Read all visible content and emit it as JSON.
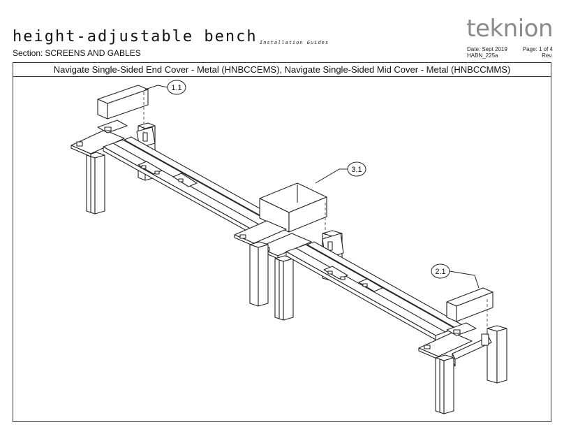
{
  "header": {
    "title": "height-adjustable bench",
    "subtitle": "Installation Guides",
    "section_label": "Section:",
    "section_value": "SCREENS AND GABLES",
    "brand": "teknion",
    "date": "Date: Sept 2019",
    "doc_code": "HABN_225a",
    "page": "Page: 1 of 4",
    "rev": "Rev."
  },
  "frame": {
    "title": "Navigate Single-Sided End Cover - Metal (HNBCCEMS), Navigate Single-Sided Mid Cover - Metal (HNBCCMMS)"
  },
  "callouts": [
    {
      "label": "1.1"
    },
    {
      "label": "3.1"
    },
    {
      "label": "2.1"
    }
  ]
}
